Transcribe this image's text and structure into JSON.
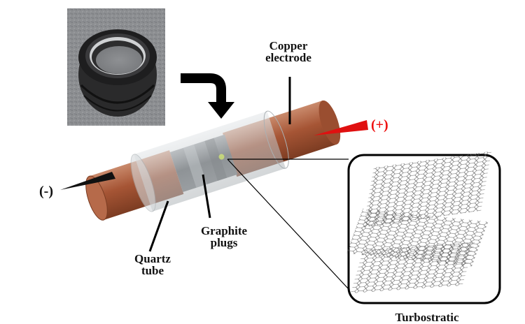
{
  "labels": {
    "copper": "Copper\nelectrode",
    "graphite": "Graphite\nplugs",
    "quartz": "Quartz\ntube",
    "minus": "(-)",
    "plus": "(+)",
    "turbostratic": "Turbostratic"
  },
  "colors": {
    "copper": "#a85a3a",
    "plus_arrow": "#e01010",
    "minus_arrow": "#111111",
    "quartz": "#cfd3d6",
    "graphite": "#5a5e62"
  },
  "images": {
    "tire_photo": "tire-photo",
    "inset": "turbostratic-graphene-lattice"
  }
}
